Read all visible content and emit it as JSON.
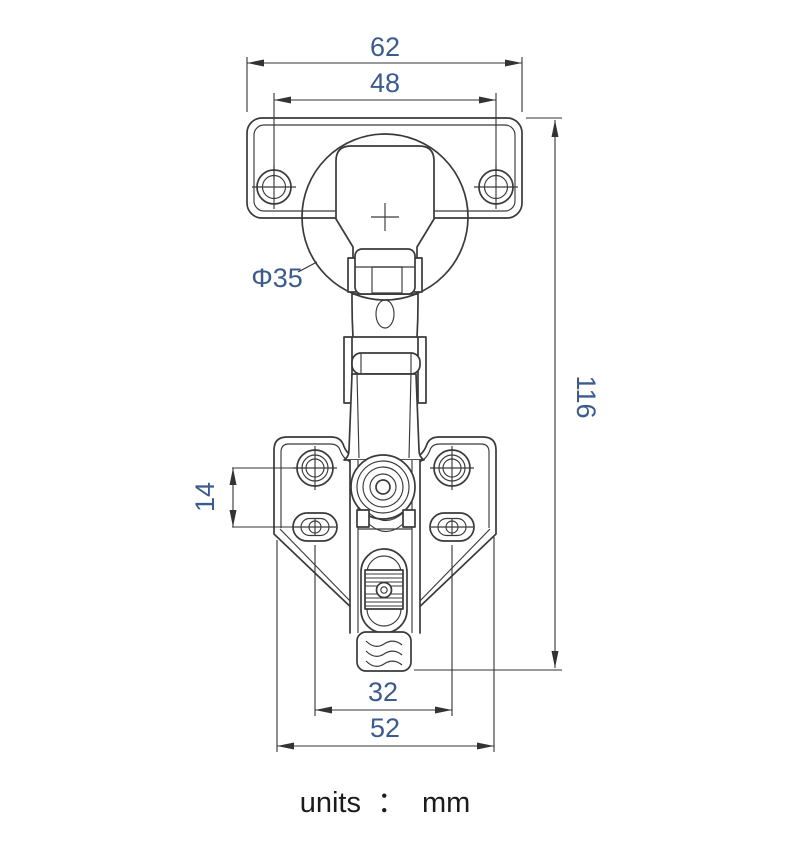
{
  "dimensions": {
    "overall_width": "62",
    "hole_spacing": "48",
    "cup_diameter": "Φ35",
    "overall_height": "116",
    "hole_to_slot_vertical": "14",
    "slot_spacing": "32",
    "plate_width": "52"
  },
  "footer": {
    "label": "units",
    "colon": "：",
    "value": "mm"
  },
  "colors": {
    "dimension_text": "#3b5b8e",
    "line_color": "#3a3a3a",
    "background": "#ffffff"
  }
}
